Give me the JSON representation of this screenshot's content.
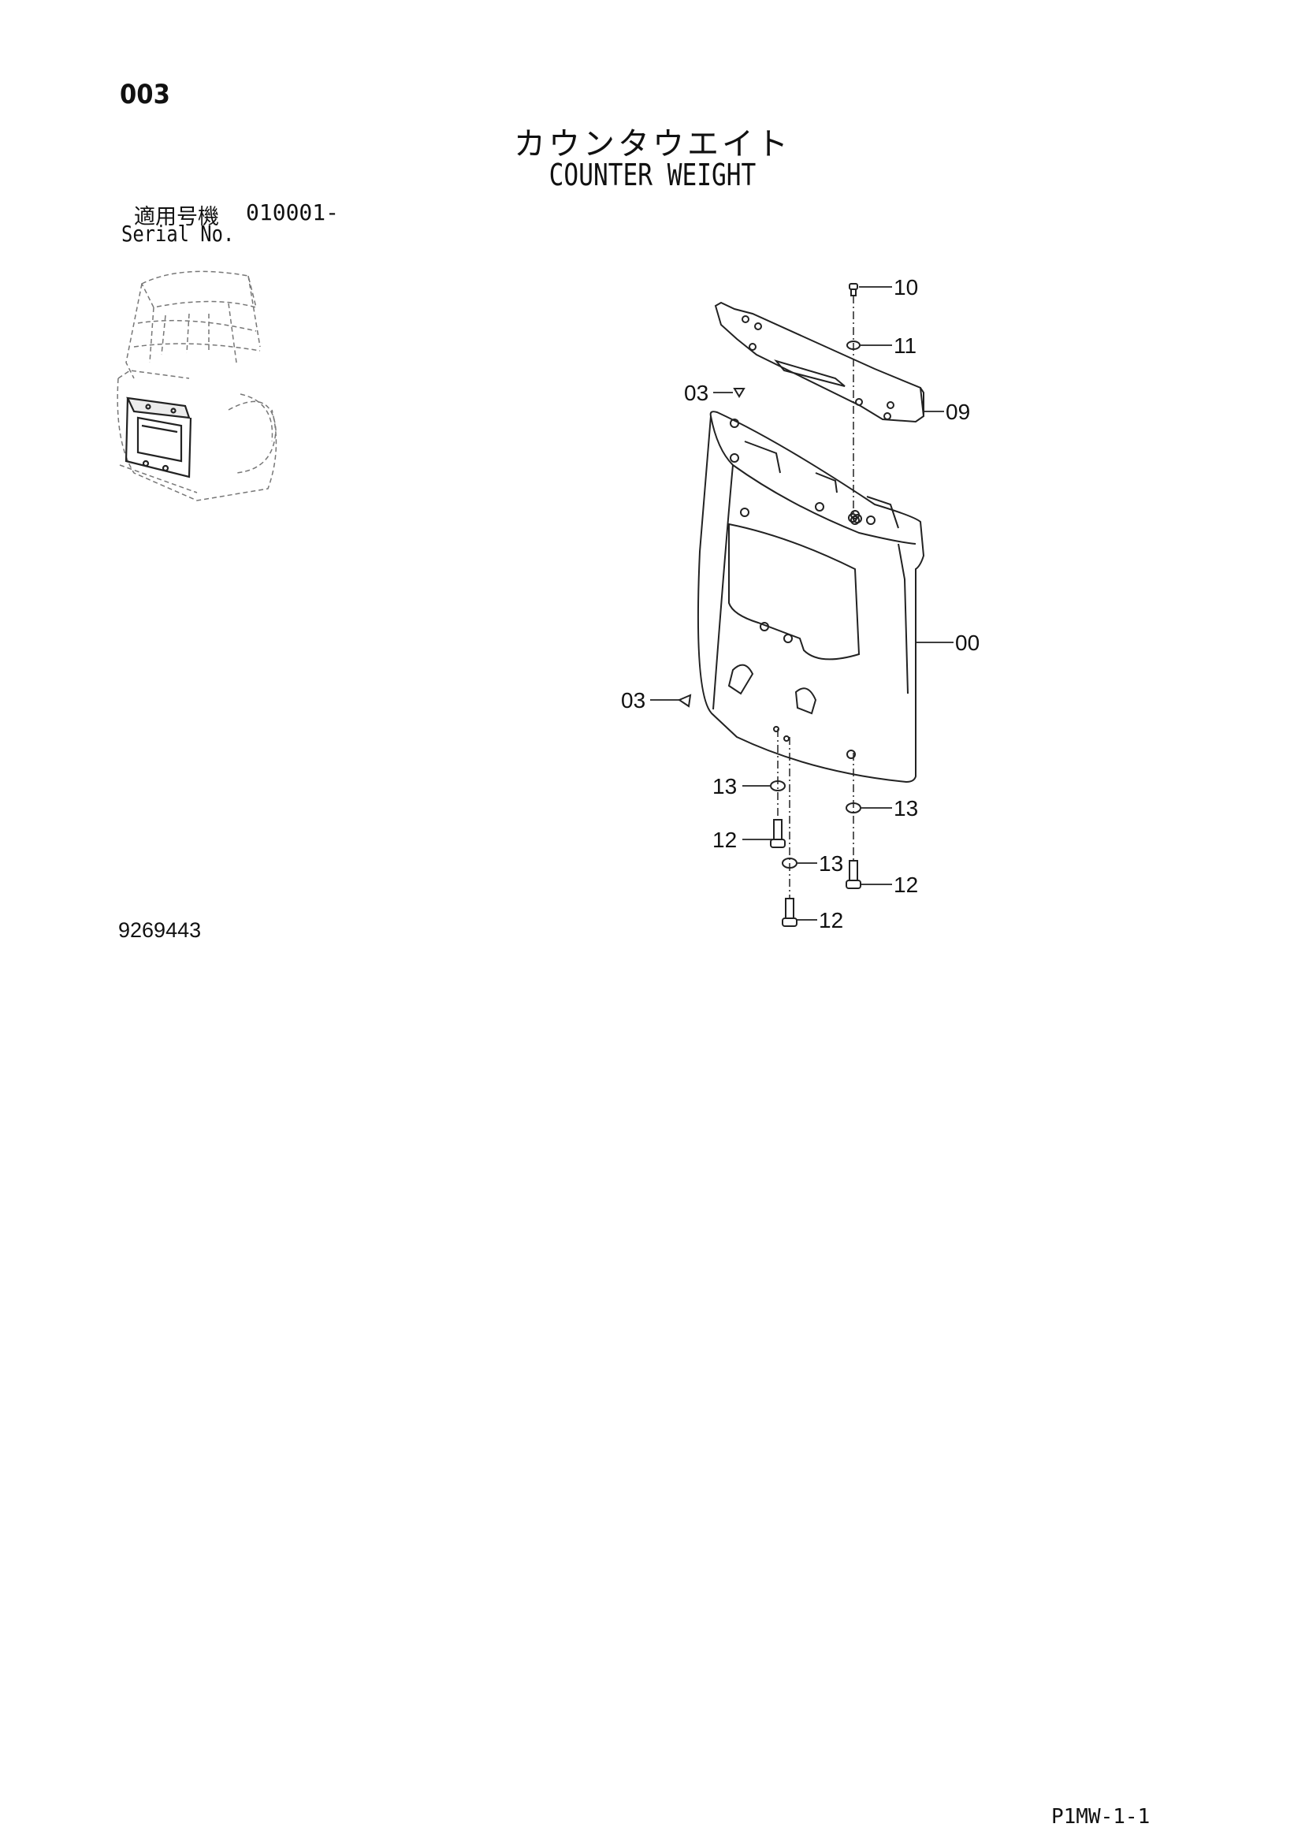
{
  "header": {
    "page_number": "003",
    "title_ja": "カウンタウエイト",
    "title_en": "COUNTER WEIGHT",
    "serial_label_ja": "適用号機",
    "serial_value": "010001-",
    "serial_label_en": "Serial No."
  },
  "footer": {
    "drawing_number": "9269443",
    "sheet_code": "P1MW-1-1"
  },
  "callouts": {
    "c10": "10",
    "c11": "11",
    "c09": "09",
    "c03_top": "03",
    "c00": "00",
    "c03_bottom": "03",
    "c13_left": "13",
    "c13_right": "13",
    "c13_mid": "13",
    "c12_left": "12",
    "c12_right": "12",
    "c12_bottom": "12"
  }
}
